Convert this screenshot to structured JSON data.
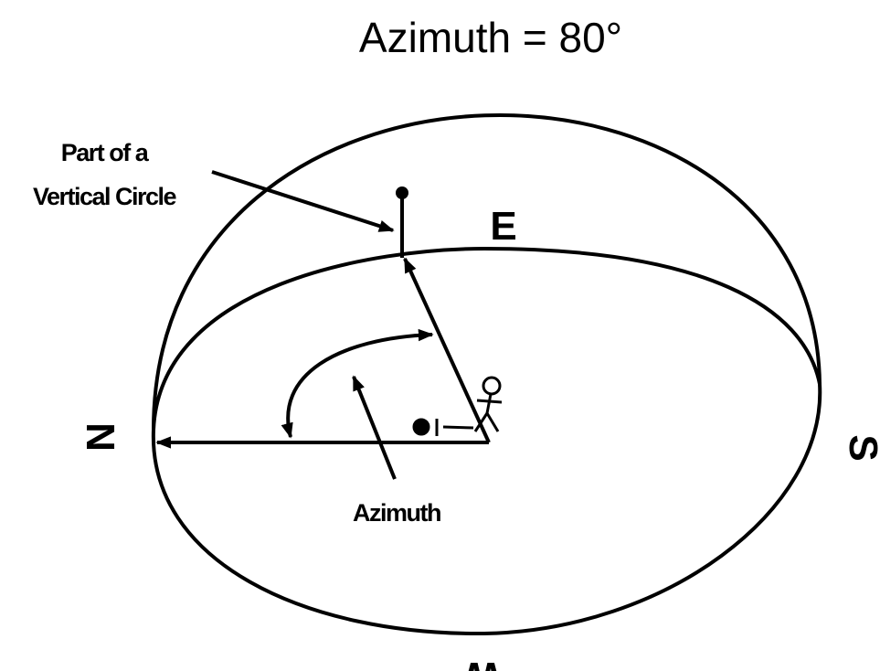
{
  "title": "Azimuth = 80°",
  "labels": {
    "vertical_circle_line1": "Part of a",
    "vertical_circle_line2": "Vertical Circle",
    "azimuth": "Azimuth"
  },
  "directions": {
    "north": "N",
    "east": "E",
    "south": "S",
    "west": "W"
  },
  "colors": {
    "stroke": "#000000",
    "background": "#ffffff"
  }
}
